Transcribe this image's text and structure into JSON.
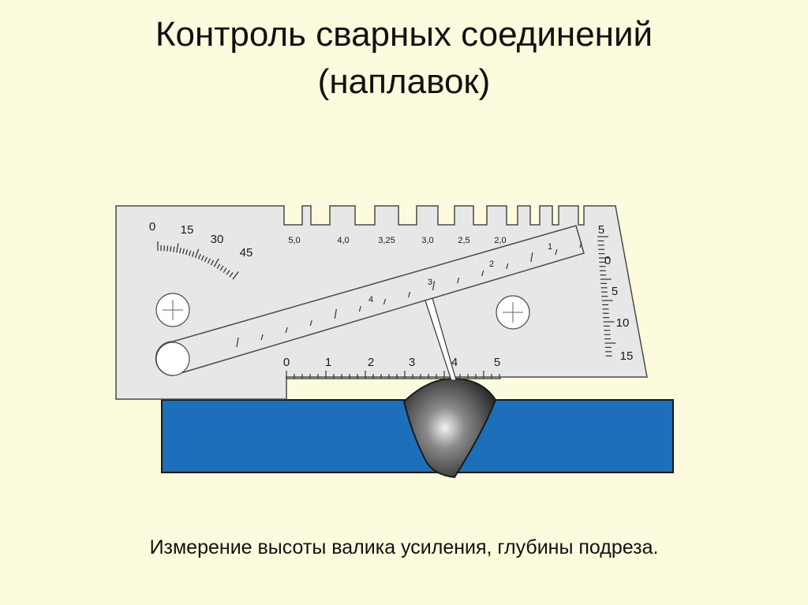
{
  "title": {
    "line1": "Контроль сварных соединений",
    "line2": "(наплавок)"
  },
  "caption": "Измерение высоты валика усиления, глубины подреза.",
  "colors": {
    "background": "#fdfbdd",
    "gauge_fill": "#e7e7e8",
    "gauge_stroke": "#4a4a4a",
    "plate_fill": "#1c6fb8",
    "weld_bead": "#3a3a3a"
  },
  "gauge": {
    "angle_labels": [
      "0",
      "15",
      "30",
      "45"
    ],
    "notch_labels": [
      "5,0",
      "4,0",
      "3,25",
      "3,0",
      "2,5",
      "2,0"
    ],
    "bottom_scale_labels": [
      "0",
      "1",
      "2",
      "3",
      "4",
      "5"
    ],
    "arm_labels": [
      "4",
      "3",
      "2",
      "1"
    ],
    "right_scale_labels": [
      "5",
      "0",
      "5",
      "10",
      "15"
    ]
  }
}
